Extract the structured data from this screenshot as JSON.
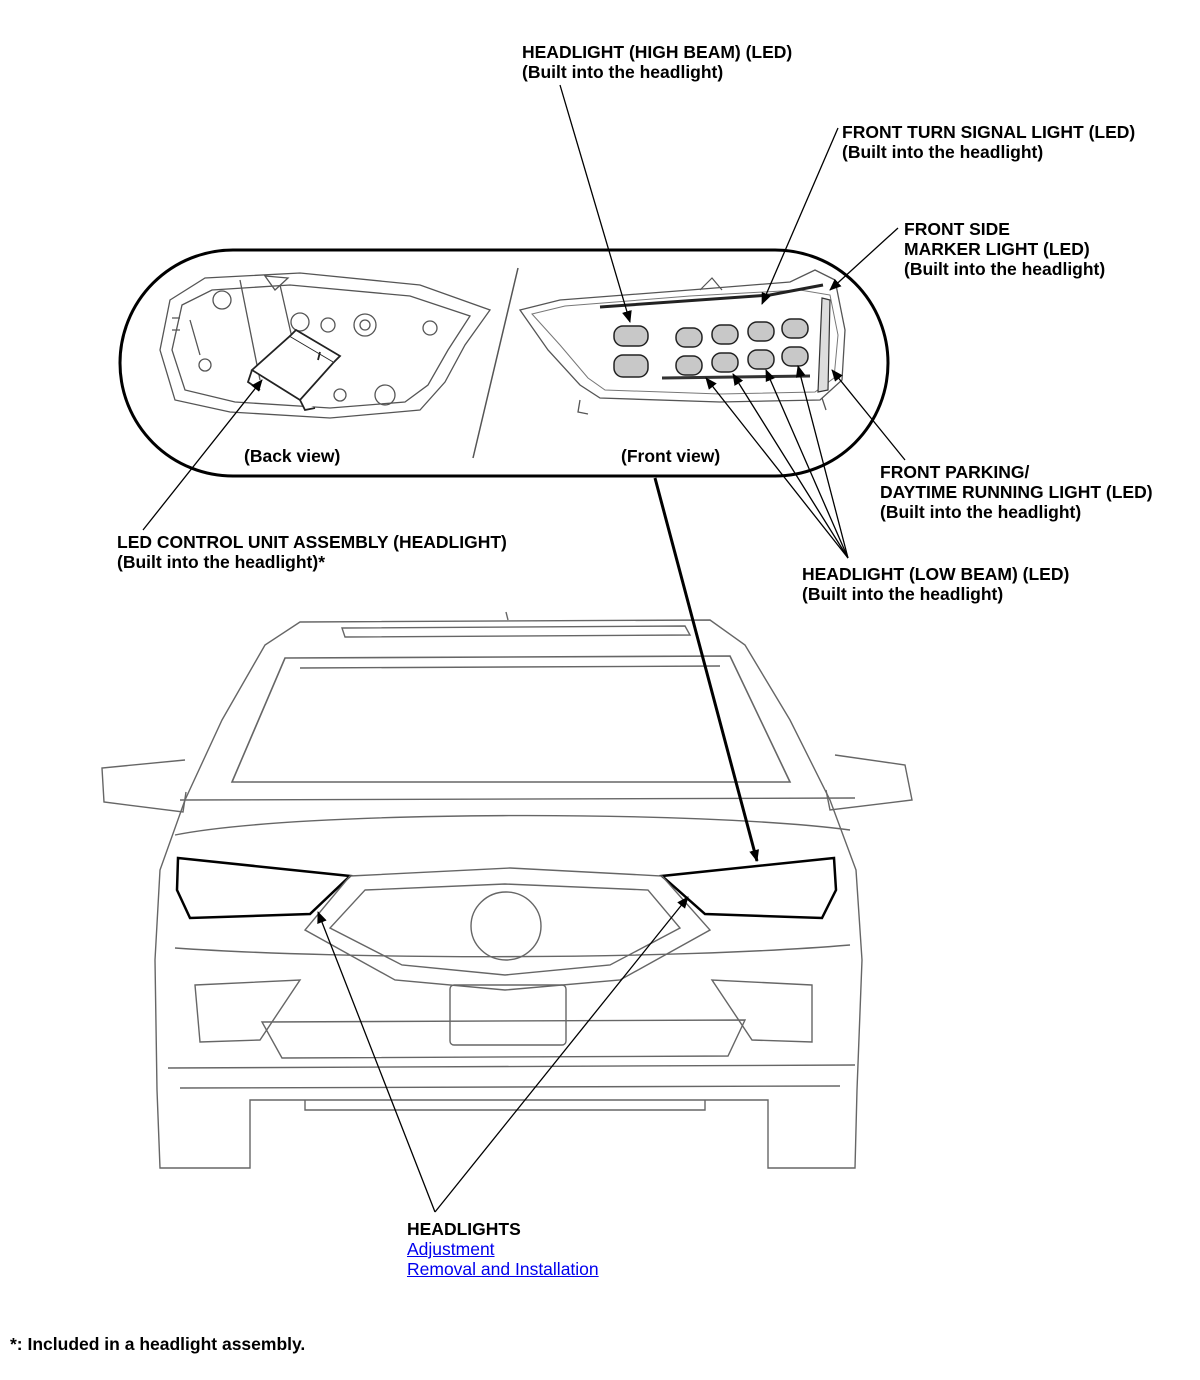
{
  "labels": {
    "high_beam": {
      "line1": "HEADLIGHT (HIGH BEAM) (LED)",
      "line2": "(Built into the headlight)"
    },
    "turn_signal": {
      "line1": "FRONT TURN SIGNAL LIGHT (LED)",
      "line2": "(Built into the headlight)"
    },
    "side_marker": {
      "line1": "FRONT SIDE",
      "line2": "MARKER LIGHT (LED)",
      "line3": "(Built into the headlight)"
    },
    "parking_drl": {
      "line1": "FRONT PARKING/",
      "line2": "DAYTIME RUNNING LIGHT (LED)",
      "line3": "(Built into the headlight)"
    },
    "low_beam": {
      "line1": "HEADLIGHT (LOW BEAM) (LED)",
      "line2": "(Built into the headlight)"
    },
    "led_control": {
      "line1": "LED CONTROL UNIT ASSEMBLY (HEADLIGHT)",
      "line2": "(Built into the headlight)*"
    },
    "headlights": {
      "title": "HEADLIGHTS",
      "link_adjustment": "Adjustment",
      "link_removal": "Removal and Installation"
    }
  },
  "views": {
    "back": "(Back view)",
    "front": "(Front view)"
  },
  "footnote": "*: Included in a headlight assembly.",
  "colors": {
    "line": "#000000",
    "outline": "#555555",
    "lamp_fill": "#c8c8c8",
    "link": "#0000ee"
  }
}
